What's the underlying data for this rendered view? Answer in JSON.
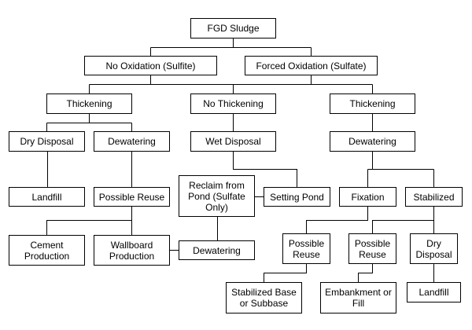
{
  "title": "FGD Sludge",
  "nodes": {
    "fgd": "FGD Sludge",
    "no_ox": "No Oxidation (Sulfite)",
    "forced_ox": "Forced Oxidation (Sulfate)",
    "thick_l": "Thickening",
    "no_thick": "No Thickening",
    "thick_r": "Thickening",
    "dry_l": "Dry Disposal",
    "dew_l": "Dewatering",
    "wet": "Wet Disposal",
    "dew_r": "Dewatering",
    "landfill_l": "Landfill",
    "reuse_l": "Possible Reuse",
    "reclaim": "Reclaim from\nPond (Sulfate\nOnly)",
    "setting": "Setting Pond",
    "fixation": "Fixation",
    "stabilized": "Stabilized",
    "cement": "Cement\nProduction",
    "wallboard": "Wallboard\nProduction",
    "dew_mid": "Dewatering",
    "reuse_1": "Possible\nReuse",
    "reuse_2": "Possible\nReuse",
    "dry_r": "Dry\nDisposal",
    "base": "Stabilized Base\nor Subbase",
    "embank": "Embankment or\nFill",
    "landfill_r": "Landfill"
  }
}
